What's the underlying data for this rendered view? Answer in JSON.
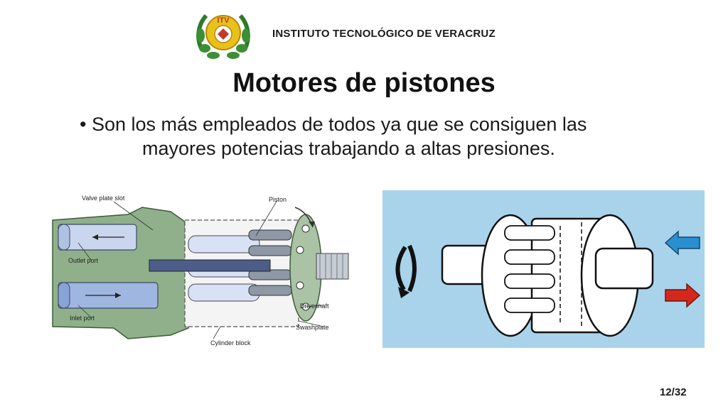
{
  "header": {
    "institute": "INSTITUTO TECNOLÓGICO DE VERACRUZ",
    "logo_text": "ITV"
  },
  "slide": {
    "title": "Motores de pistones",
    "bullet_line1": "• Son los más empleados de todos ya que se consiguen las",
    "bullet_line2": "mayores potencias trabajando a altas presiones."
  },
  "diagram_left": {
    "labels": {
      "valve_plate_slot": "Valve plate slot",
      "piston": "Piston",
      "outlet_port": "Outlet port",
      "inlet_port": "Inlet port",
      "driveshaft": "Driveshaft",
      "swashplate": "Swashplate",
      "cylinder_block": "Cylinder block"
    }
  },
  "footer": {
    "page": "12/32"
  },
  "colors": {
    "housing_green": "#8fb08a",
    "oil_blue": "#9fb6e0",
    "right_bg": "#a9d3ea",
    "arrow_blue": "#2a8fd0",
    "arrow_red": "#d4281c"
  }
}
